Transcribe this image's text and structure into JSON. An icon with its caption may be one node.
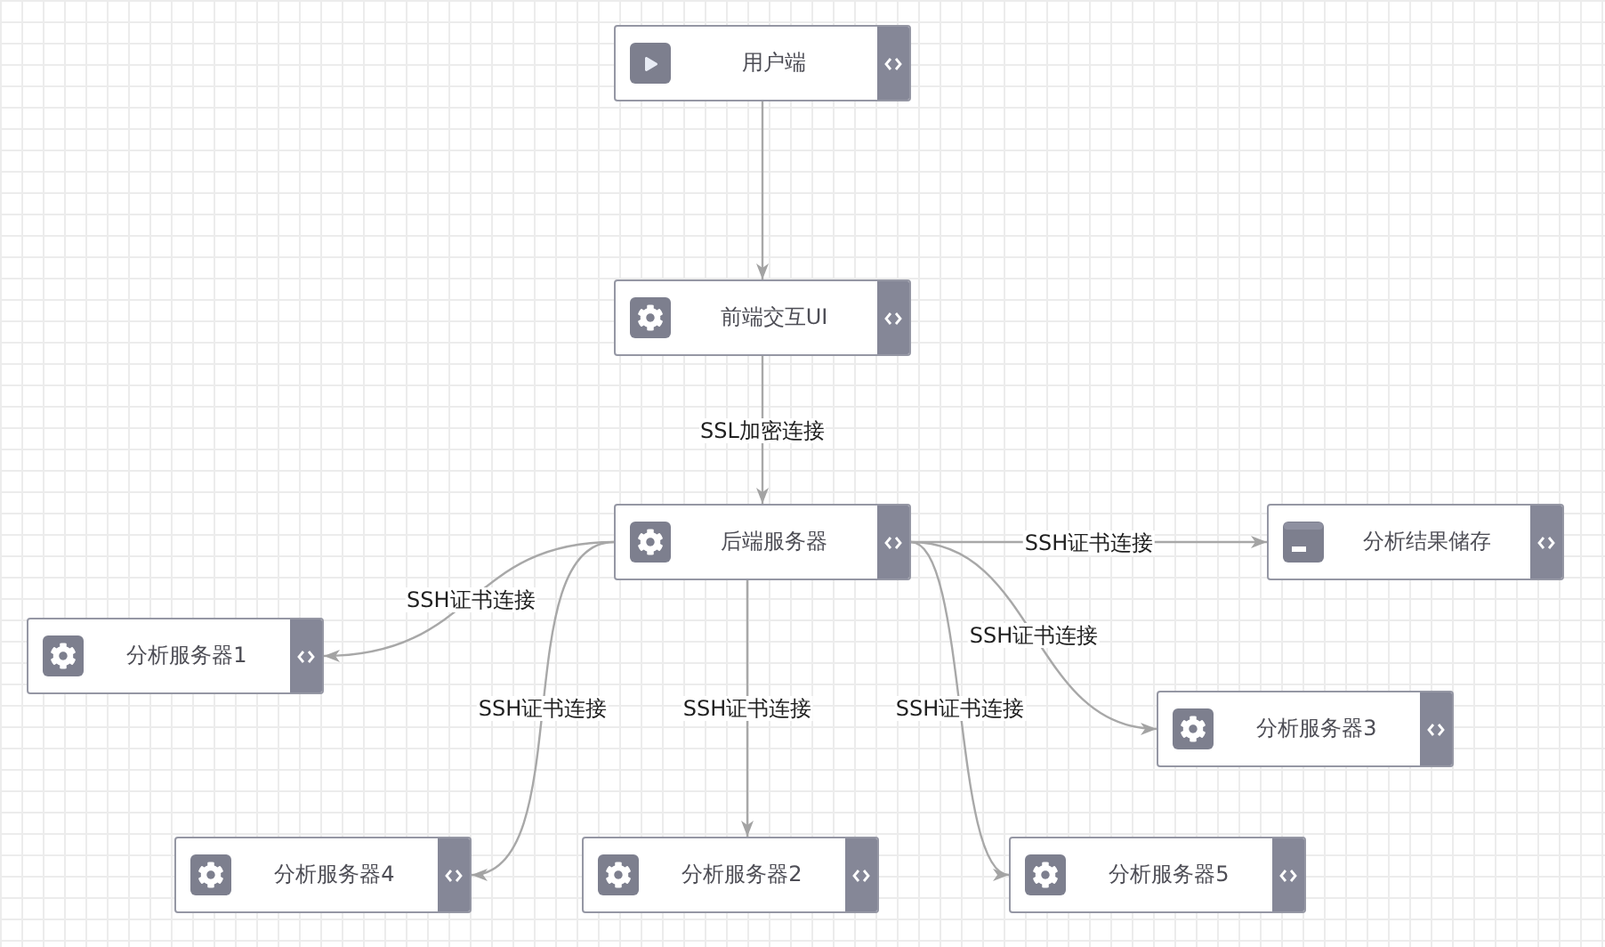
{
  "diagram": {
    "nodes": [
      {
        "text": [
          "用户端"
        ]
      },
      {
        "text": [
          "前端交互UI"
        ]
      },
      {
        "text": [
          "后端服务器"
        ]
      },
      {
        "text": [
          "分析结果储存"
        ]
      },
      {
        "text": [
          "分析服务器1"
        ]
      },
      {
        "text": [
          "分析服务器3"
        ]
      },
      {
        "text": [
          "分析服务器4"
        ]
      },
      {
        "text": [
          "分析服务器2"
        ]
      },
      {
        "text": [
          "分析服务器5"
        ]
      }
    ],
    "edges": [
      {
        "from": 0,
        "to": 1,
        "arrow": "to"
      },
      {
        "from": 1,
        "to": 2,
        "label": "SSL加密连接",
        "arrow": "to"
      },
      {
        "from": 2,
        "to": 3,
        "label": "SSH证书连接",
        "arrow": "to"
      },
      {
        "from": 2,
        "to": 4,
        "label": "SSH证书连接",
        "arrow": "to"
      },
      {
        "from": 2,
        "to": 5,
        "label": "SSH证书连接",
        "arrow": "to"
      },
      {
        "from": 2,
        "to": 6,
        "label": "SSH证书连接",
        "arrow": "to"
      },
      {
        "from": 2,
        "to": 7,
        "label": "SSH证书连接",
        "arrow": "to"
      },
      {
        "from": 2,
        "to": 8,
        "label": "SSH证书连接",
        "arrow": "to"
      }
    ]
  }
}
